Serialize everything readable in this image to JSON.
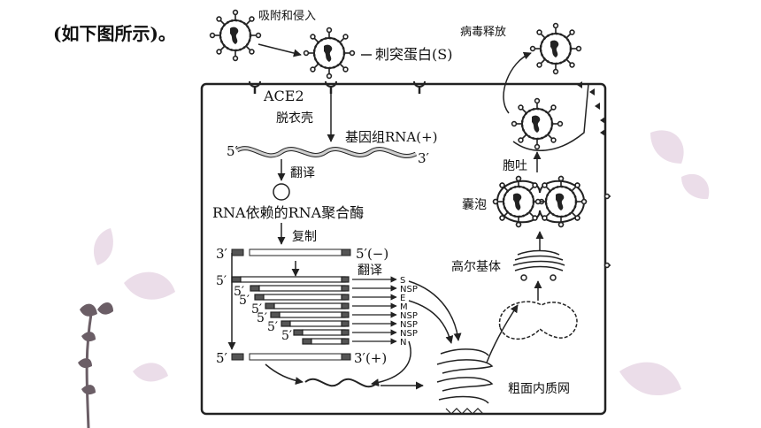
{
  "intro_text": "(如下图所示)。",
  "figure": {
    "labels": {
      "adsorption_entry": "吸附和侵入",
      "spike_protein": "刺突蛋白(S)",
      "virus_release": "病毒释放",
      "ace2": "ACE2",
      "uncoating": "脱衣壳",
      "genome_rna": "基因组RNA(+)",
      "five_prime": "5′",
      "three_prime": "3′",
      "translation": "翻译",
      "rdrp": "RNA依赖的RNA聚合酶",
      "replication": "复制",
      "translation2": "翻译",
      "template_end": "5′(−)",
      "genome_end": "3′(+)",
      "exocytosis": "胞吐",
      "vesicle": "囊泡",
      "golgi": "高尔基体",
      "rough_er": "粗面内质网"
    },
    "proteins": [
      "S",
      "NSP",
      "E",
      "M",
      "NSP",
      "NSP",
      "NSP",
      "N"
    ]
  },
  "colors": {
    "line": "#222222",
    "rna_fill": "#cfcfcf",
    "cap_fill": "#555555",
    "decor_pink": "#e3cfe0"
  }
}
